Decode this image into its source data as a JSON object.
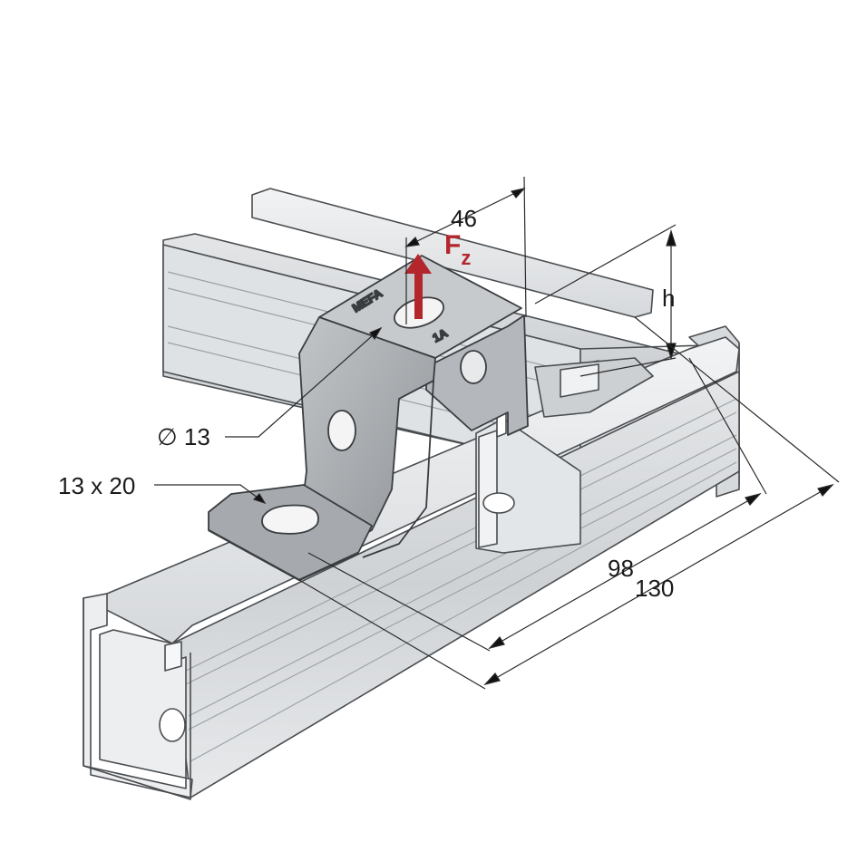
{
  "labels": {
    "width_46": "46",
    "height_h": "h",
    "force_main": "F",
    "force_sub": "z",
    "hole_diameter": "∅ 13",
    "slot_size": "13 x 20",
    "length_98": "98",
    "length_130": "130"
  },
  "stamps": {
    "brand": "MEFA",
    "type": "1A"
  },
  "colors": {
    "force_arrow": "#b3262c",
    "metal_light": "#e6e8ea",
    "metal_mid": "#c9ccd0",
    "metal_dark": "#8f9499",
    "bracket": "#a9adb1",
    "outline": "#4a4d50"
  }
}
